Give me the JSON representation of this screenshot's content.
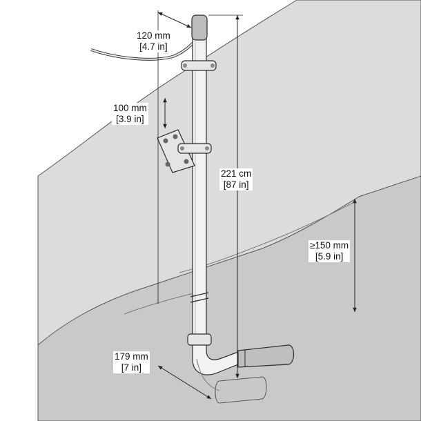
{
  "dimensions": {
    "cable_offset": {
      "metric": "120 mm",
      "imperial": "[4.7 in]"
    },
    "bracket_spacing": {
      "metric": "100 mm",
      "imperial": "[3.9 in]"
    },
    "total_height": {
      "metric": "221 cm",
      "imperial": "[87 in]"
    },
    "min_depth": {
      "metric": "≥150 mm",
      "imperial": "[5.9 in]"
    },
    "sensor_offset": {
      "metric": "179 mm",
      "imperial": "[7 in]"
    }
  },
  "colors": {
    "ground": "#d9d9d9",
    "pipe": "#f2f2f2",
    "outline": "#2b2b2b",
    "background": "#ffffff"
  }
}
